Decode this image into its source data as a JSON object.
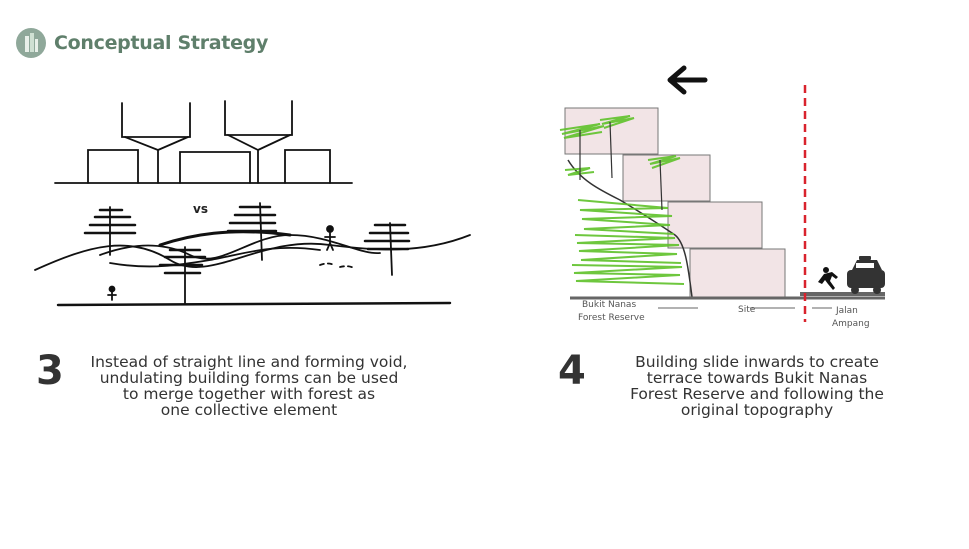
{
  "header": {
    "title": "Conceptual Strategy"
  },
  "sketch3": {
    "vs_label": "vs"
  },
  "diagram4": {
    "label_forest_line1": "Bukit Nanas",
    "label_forest_line2": "Forest Reserve",
    "label_site": "Site",
    "label_road_line1": "Jalan",
    "label_road_line2": "Ampang"
  },
  "strategies": [
    {
      "number": "3",
      "lines": [
        "Instead of straight line and forming void,",
        "undulating building forms can be used",
        "to merge together with forest as",
        "one collective element"
      ]
    },
    {
      "number": "4",
      "lines": [
        "Building slide inwards to create",
        "terrace towards Bukit Nanas",
        "Forest Reserve and following the",
        "original topography"
      ]
    }
  ],
  "colors": {
    "title": "#5f7f6b",
    "building_fill": "#f2e4e6",
    "tree_green": "#5fc22a",
    "boundary_red": "#d9232d"
  }
}
